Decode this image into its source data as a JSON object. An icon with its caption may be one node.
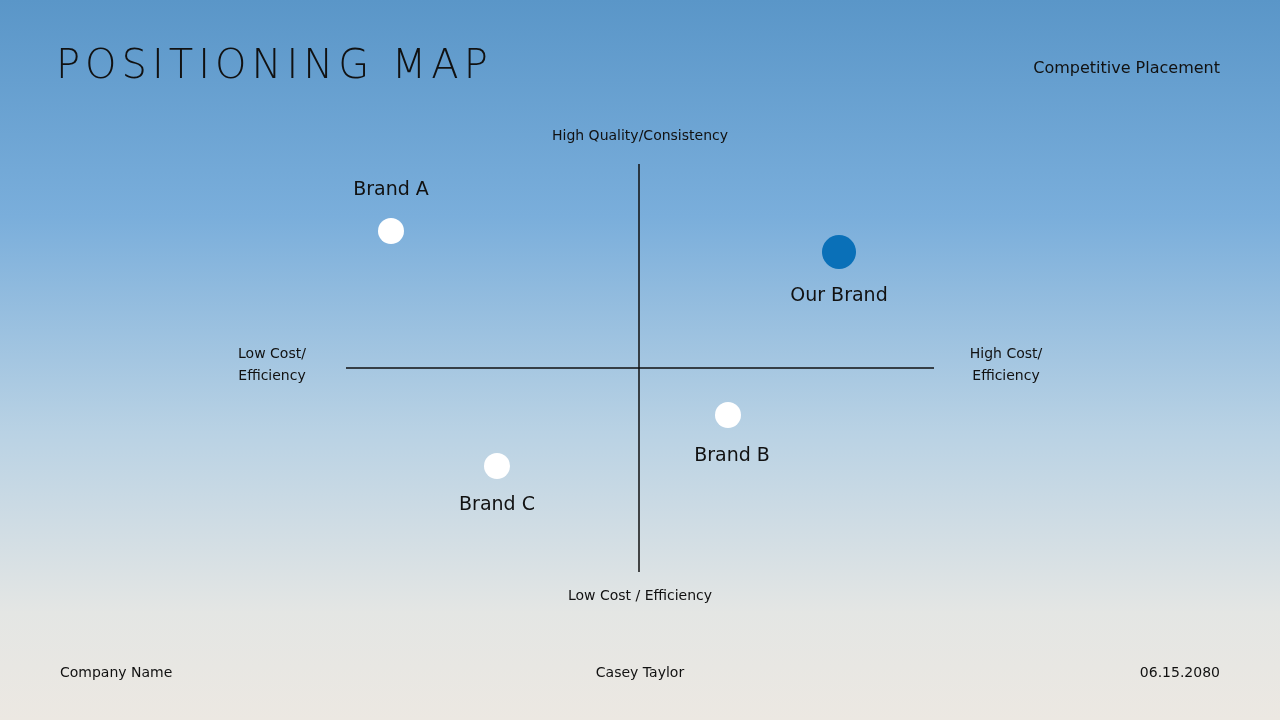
{
  "diagram": {
    "title": "POSITIONING MAP",
    "nodes": [
      {
        "text": [],
        "shape": "circle",
        "beside": [
          "Brand A"
        ]
      },
      {
        "text": [],
        "shape": "circle",
        "beside": [
          "Our Brand"
        ]
      },
      {
        "text": [],
        "shape": "circle",
        "beside": [
          "Brand B"
        ]
      },
      {
        "text": [],
        "shape": "circle",
        "beside": [
          "Brand C"
        ]
      }
    ],
    "edges": [],
    "labels": [
      "Competitive Placement",
      "High Quality/Consistency",
      "Low Cost/ Efficiency",
      "High Cost/ Efficiency",
      "Low Cost / Efficiency",
      "Company Name",
      "Casey Taylor",
      "06.15.2080"
    ]
  }
}
